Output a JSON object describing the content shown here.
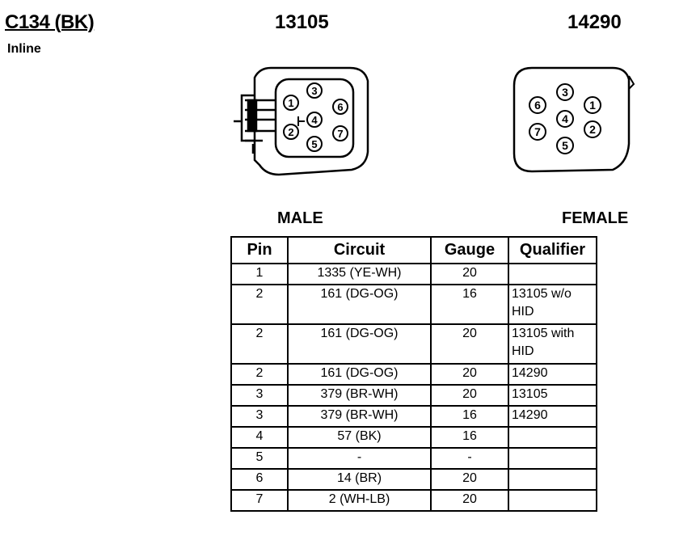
{
  "connector": {
    "id": "C134 (BK)",
    "description": "Inline"
  },
  "male": {
    "part_number": "13105",
    "label": "MALE",
    "pins": [
      "1",
      "2",
      "3",
      "4",
      "5",
      "6",
      "7"
    ]
  },
  "female": {
    "part_number": "14290",
    "label": "FEMALE",
    "pins": [
      "1",
      "2",
      "3",
      "4",
      "5",
      "6",
      "7"
    ]
  },
  "table": {
    "headers": [
      "Pin",
      "Circuit",
      "Gauge",
      "Qualifier"
    ],
    "rows": [
      [
        "1",
        "1335 (YE-WH)",
        "20",
        ""
      ],
      [
        "2",
        "161 (DG-OG)",
        "16",
        "13105 w/o HID"
      ],
      [
        "2",
        "161 (DG-OG)",
        "20",
        "13105 with HID"
      ],
      [
        "2",
        "161 (DG-OG)",
        "20",
        "14290"
      ],
      [
        "3",
        "379 (BR-WH)",
        "20",
        "13105"
      ],
      [
        "3",
        "379 (BR-WH)",
        "16",
        "14290"
      ],
      [
        "4",
        "57 (BK)",
        "16",
        ""
      ],
      [
        "5",
        "-",
        "-",
        ""
      ],
      [
        "6",
        "14 (BR)",
        "20",
        ""
      ],
      [
        "7",
        "2 (WH-LB)",
        "20",
        ""
      ]
    ]
  }
}
